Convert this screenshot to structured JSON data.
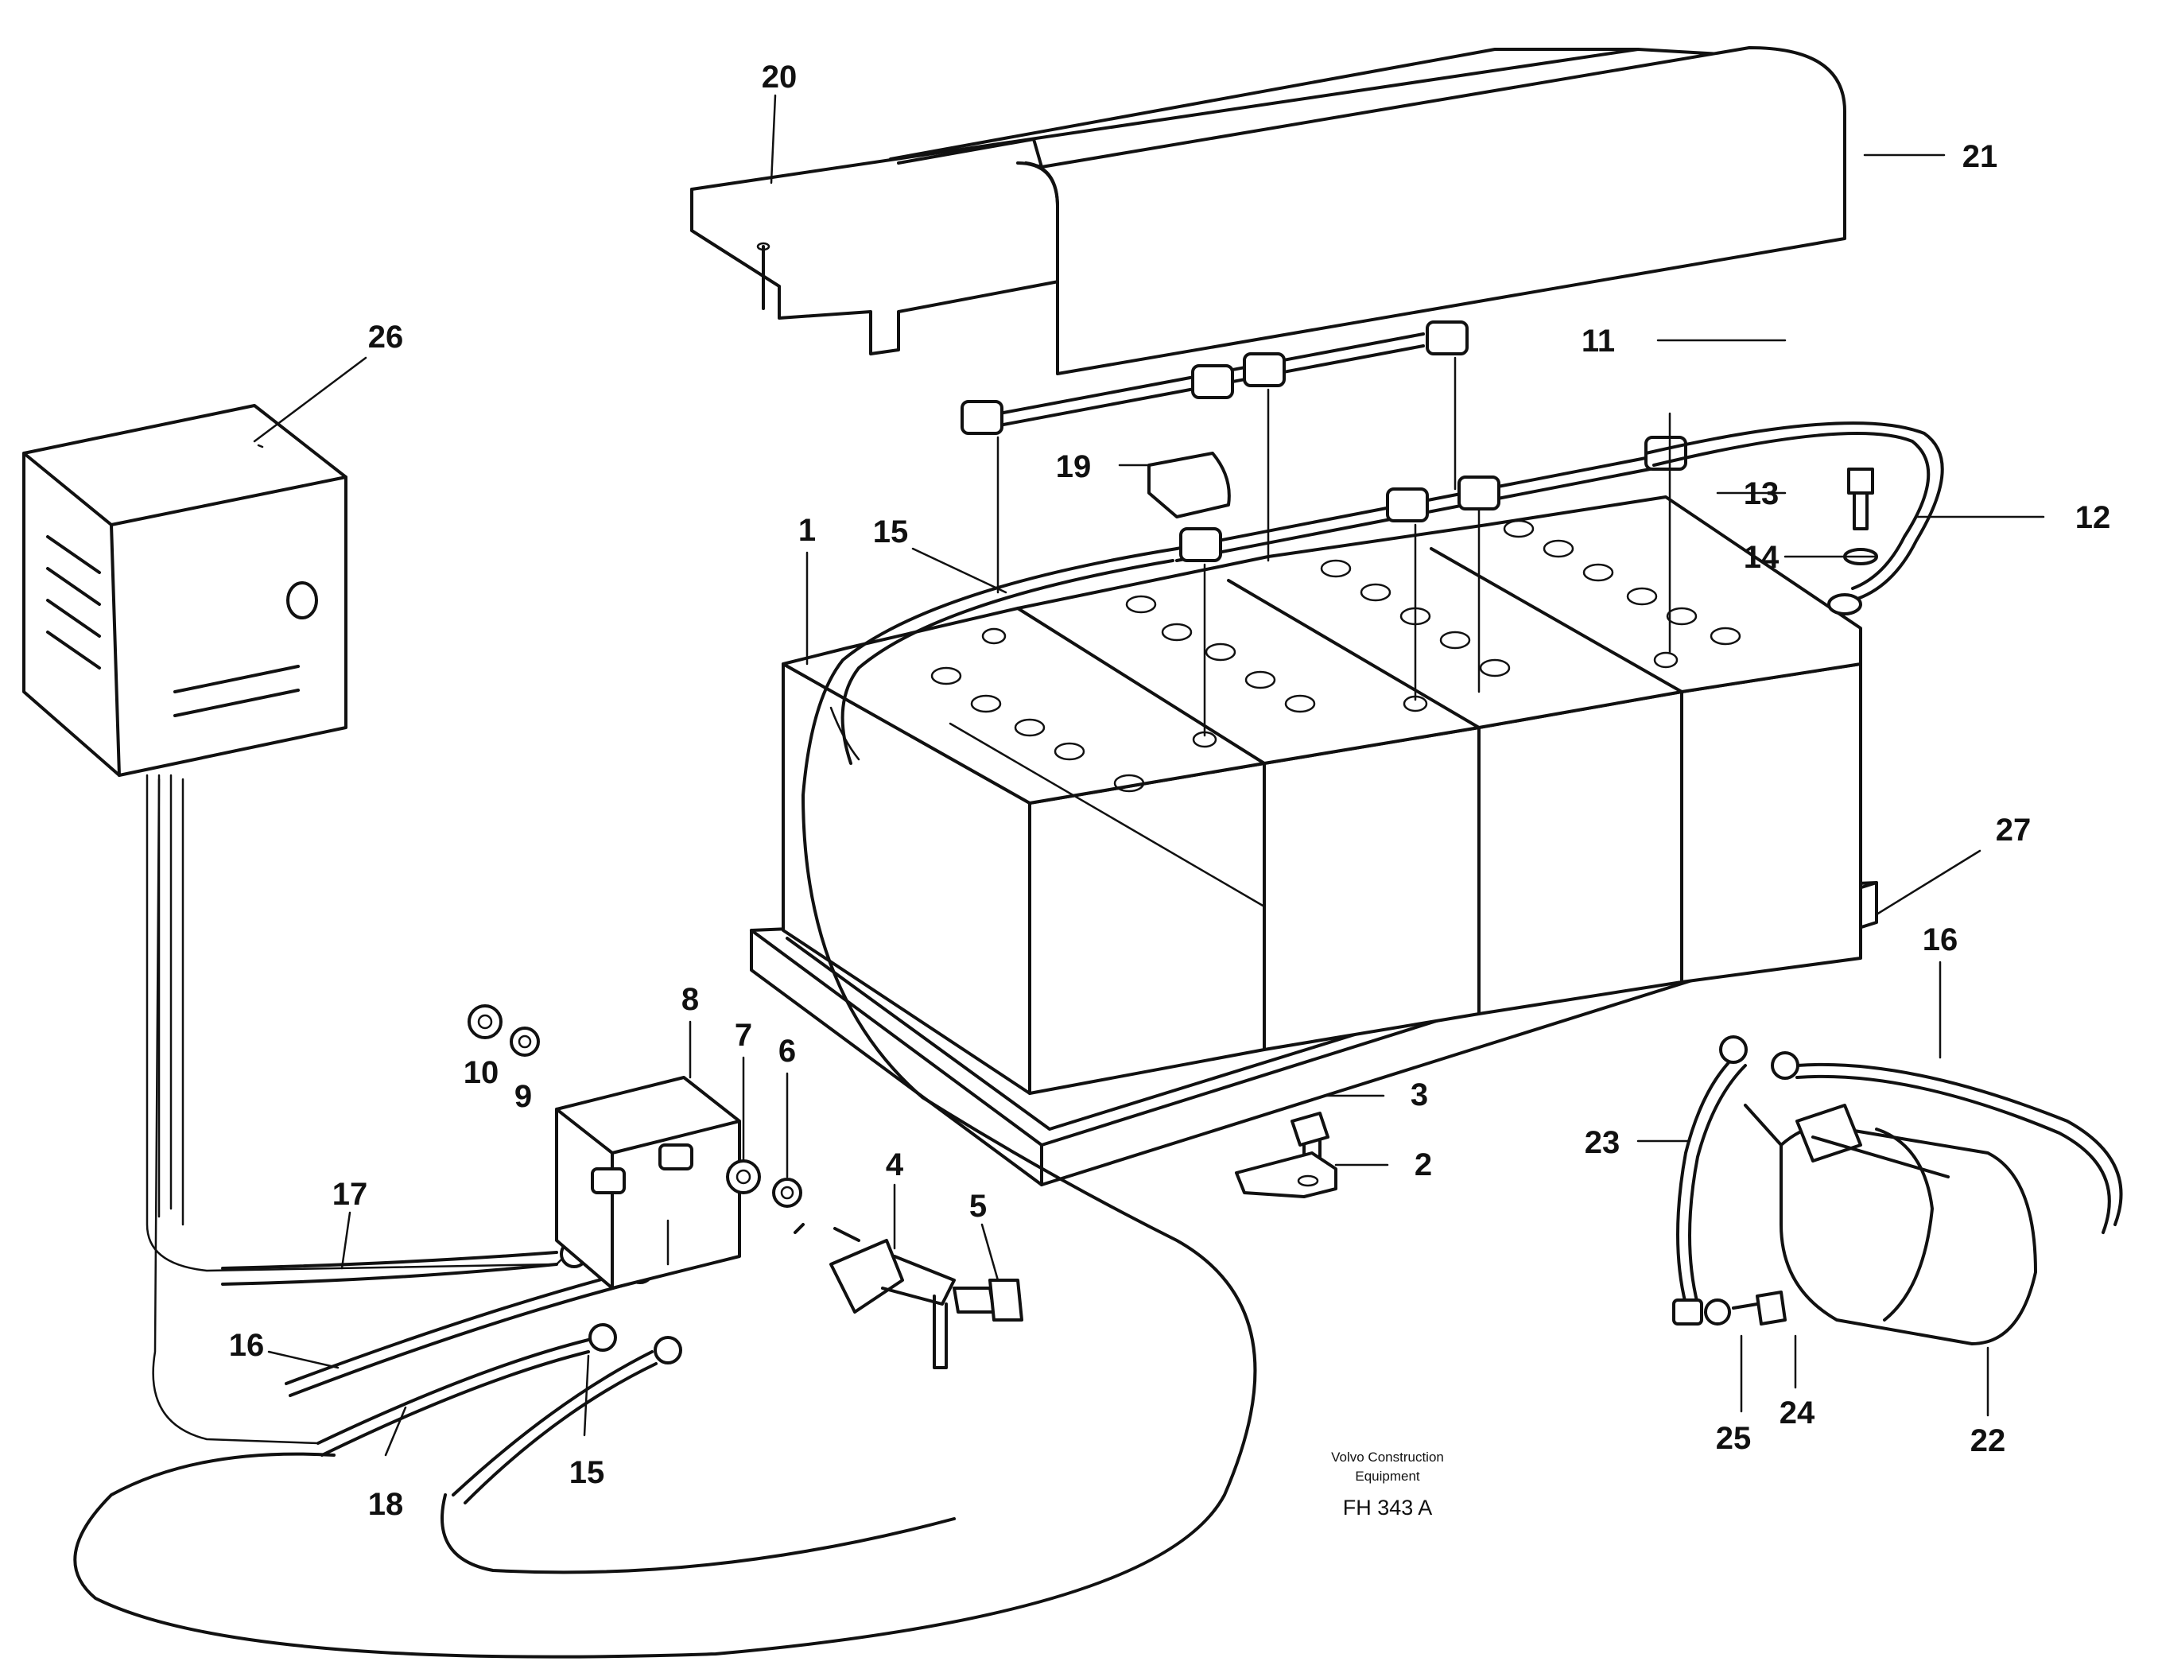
{
  "callouts": [
    "1",
    "2",
    "3",
    "4",
    "5",
    "6",
    "7",
    "8",
    "9",
    "10",
    "11",
    "12",
    "13",
    "14",
    "15",
    "15",
    "16",
    "16",
    "17",
    "18",
    "19",
    "20",
    "21",
    "22",
    "23",
    "24",
    "25",
    "26",
    "27"
  ],
  "footer": {
    "company_line1": "Volvo Construction",
    "company_line2": "Equipment",
    "drawing_code": "FH 343 A"
  }
}
